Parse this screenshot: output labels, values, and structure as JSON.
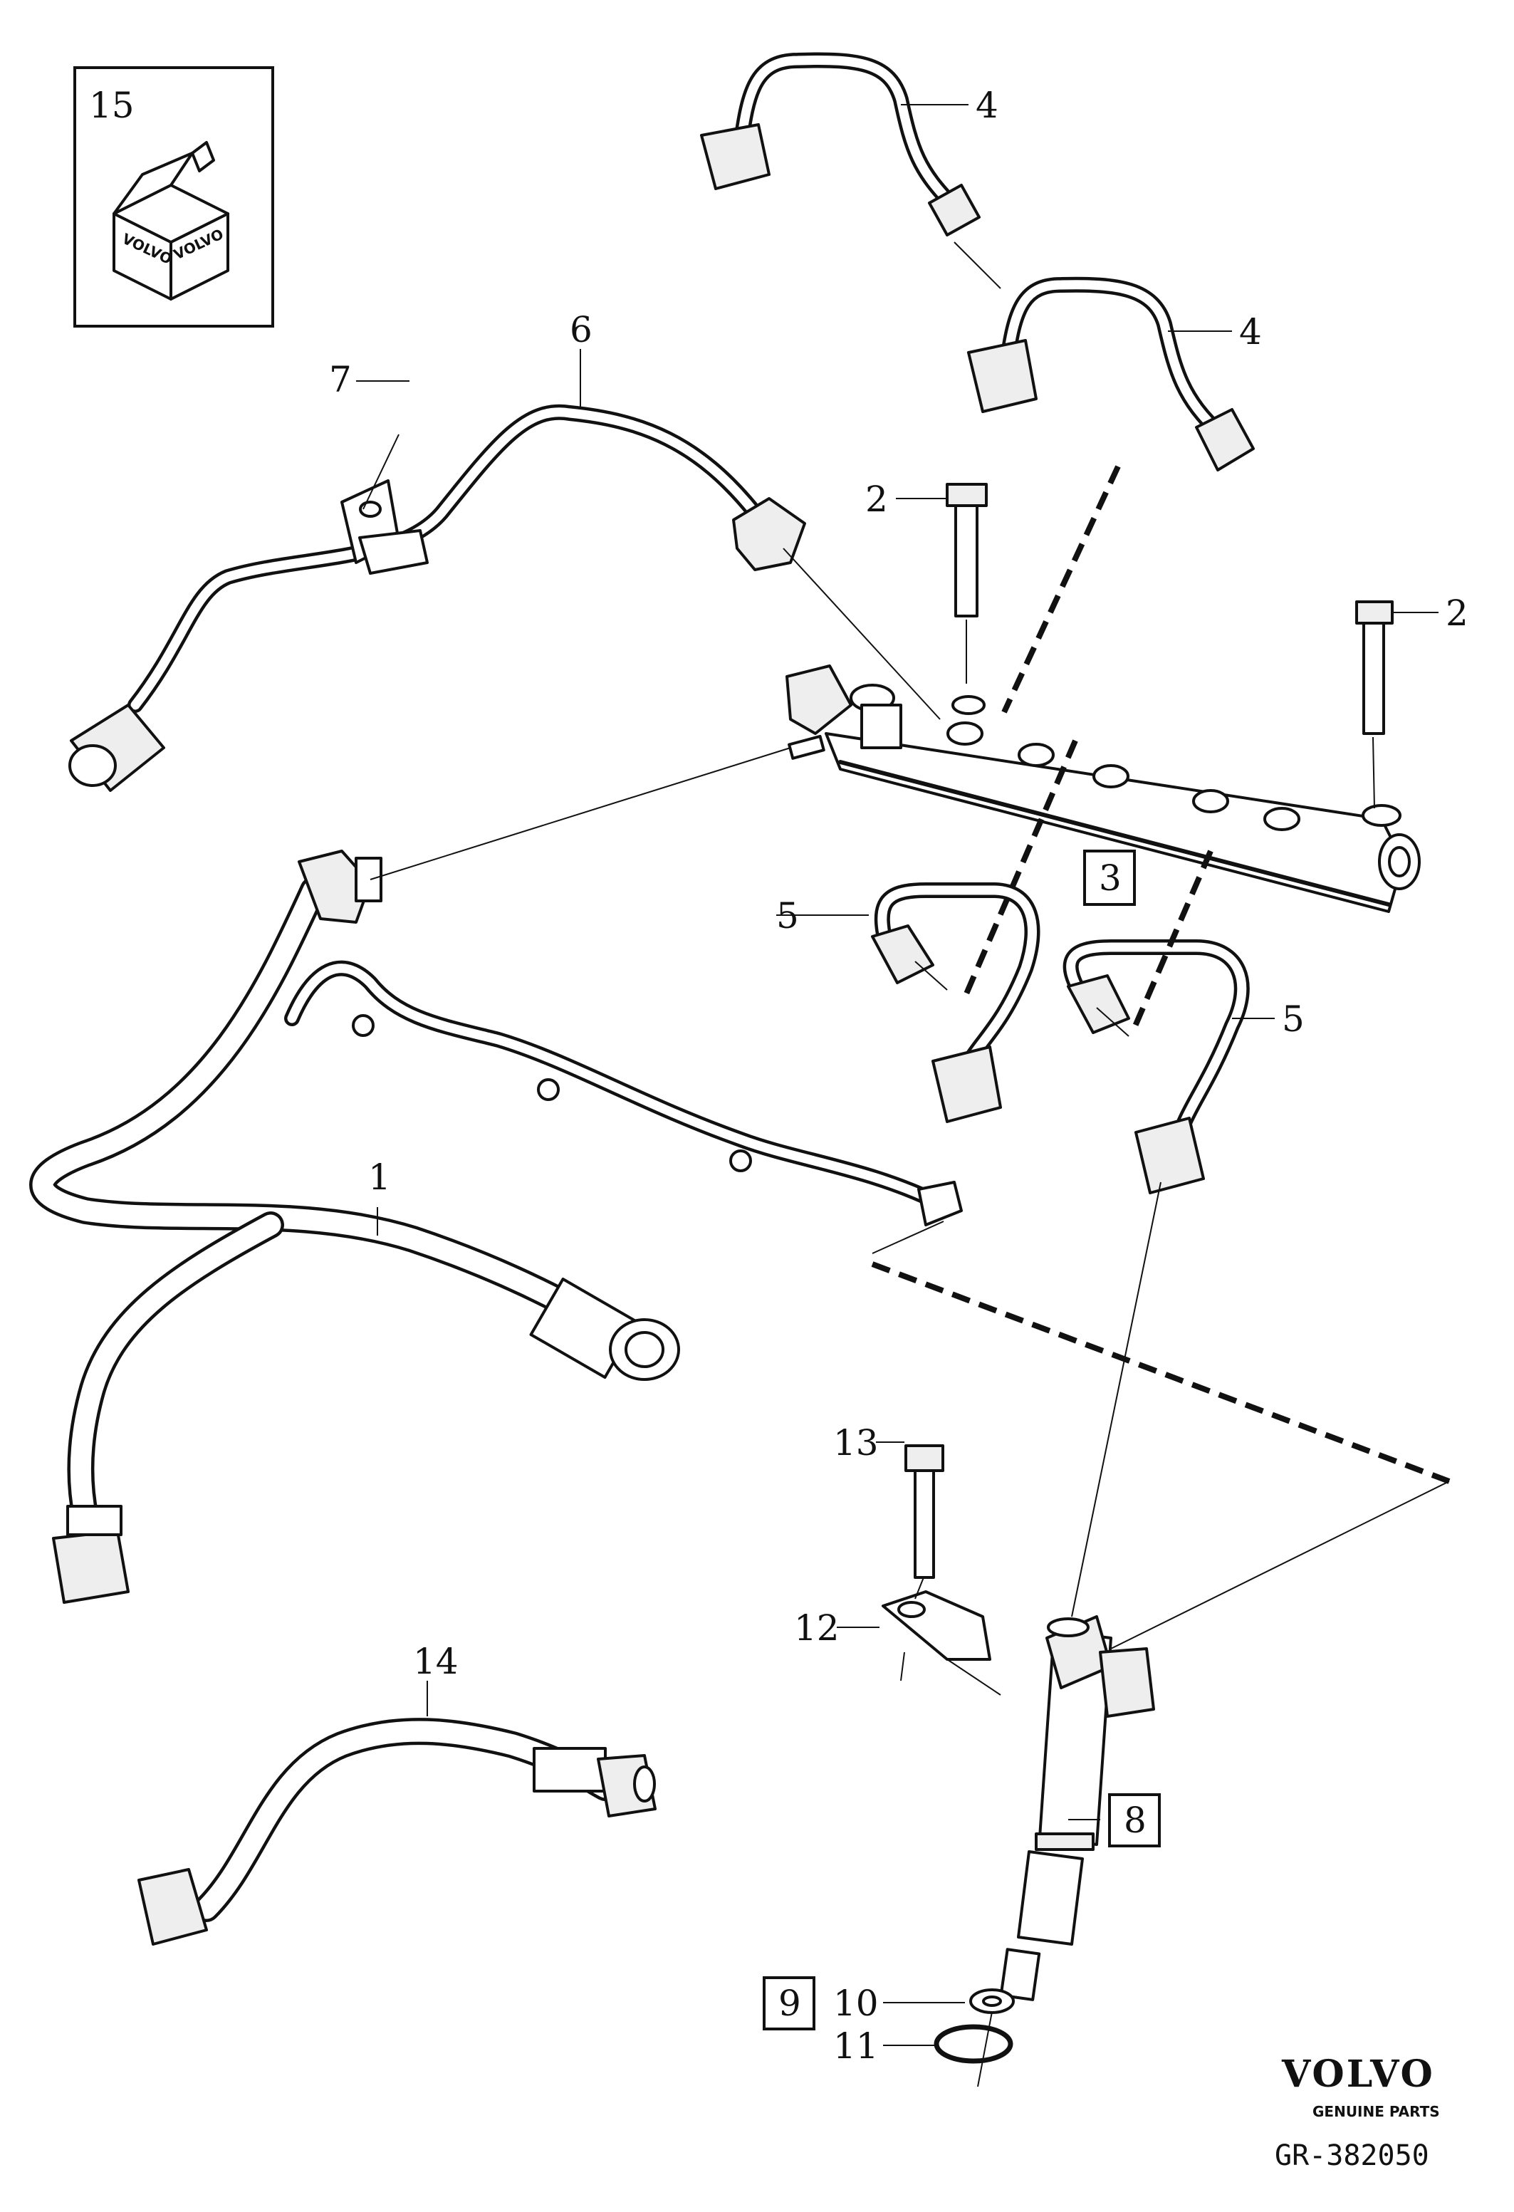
{
  "diagram": {
    "labels": {
      "part_1": "1",
      "part_2a": "2",
      "part_2b": "2",
      "part_3": "3",
      "part_4a": "4",
      "part_4b": "4",
      "part_5a": "5",
      "part_5b": "5",
      "part_6": "6",
      "part_7": "7",
      "part_8": "8",
      "part_9": "9",
      "part_10": "10",
      "part_11": "11",
      "part_12": "12",
      "part_13": "13",
      "part_14": "14",
      "part_15": "15"
    },
    "kit_box_text": "VOLVO"
  },
  "branding": {
    "logo": "VOLVO",
    "tagline": "GENUINE PARTS",
    "drawing_number": "GR-382050"
  }
}
